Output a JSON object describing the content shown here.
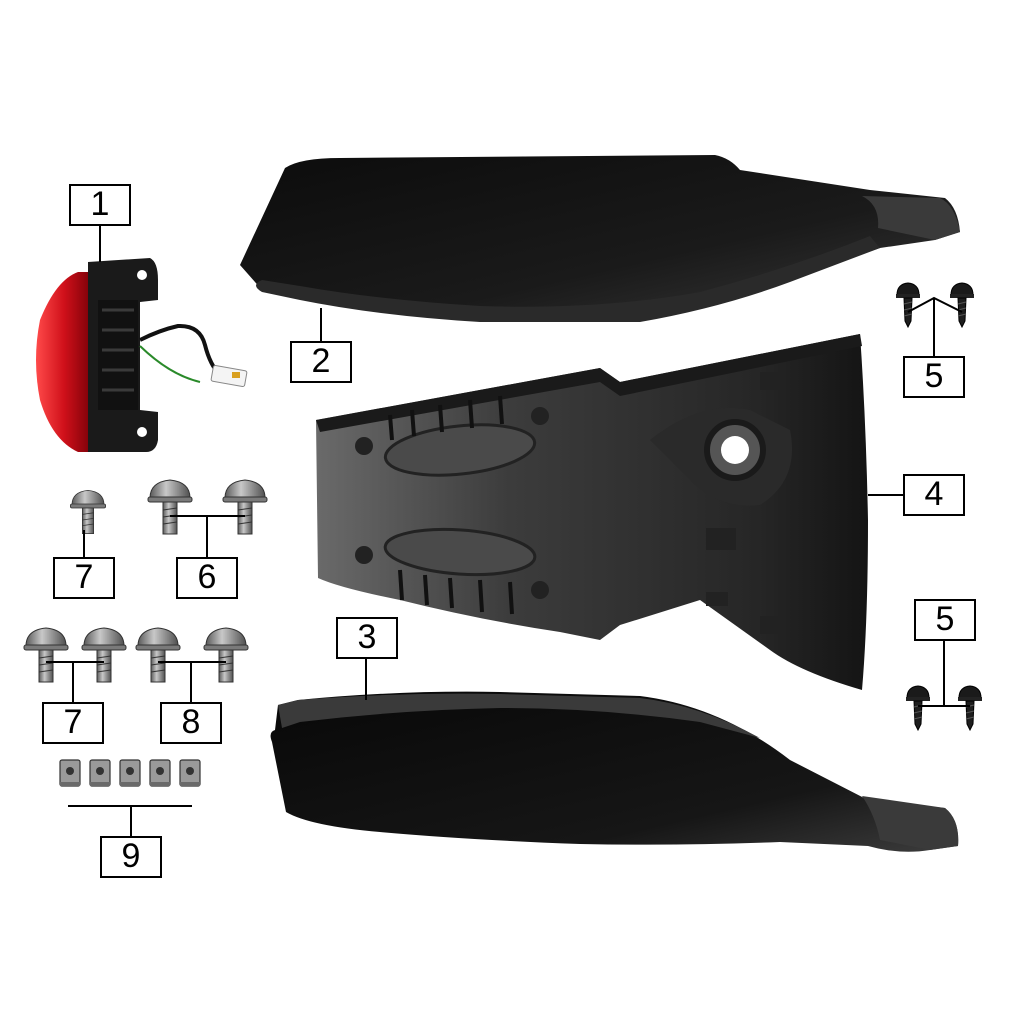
{
  "callouts": {
    "part_1": "1",
    "part_2": "2",
    "part_3": "3",
    "part_4": "4",
    "part_5_top": "5",
    "part_5_bottom": "5",
    "part_6": "6",
    "part_7_top": "7",
    "part_7_bottom": "7",
    "part_8": "8",
    "part_9": "9"
  },
  "colors": {
    "panel_black": "#141414",
    "panel_highlight": "#3a3a3a",
    "fender_gray": "#2e2e2e",
    "tail_light_red": "#d0101a",
    "hardware_gray": "#8a8a8a",
    "leader_line": "#000000"
  }
}
